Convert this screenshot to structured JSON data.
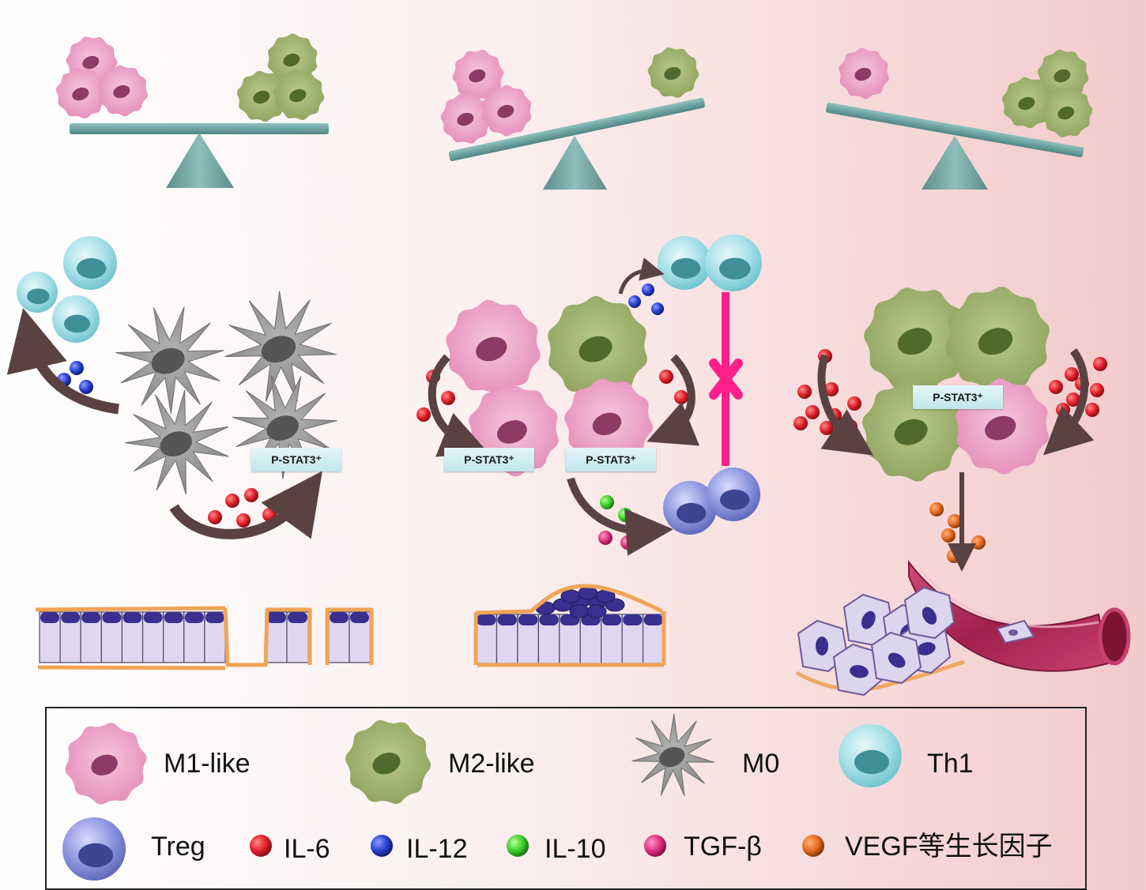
{
  "labels": {
    "stat_a": "P-STAT3⁺",
    "stat_b": "P-STAT3⁺",
    "stat_c": "P-STAT3⁺",
    "stat_d": "P-STAT3⁺"
  },
  "legend": {
    "m1": "M1-like",
    "m2": "M2-like",
    "m0": "M0",
    "th1": "Th1",
    "treg": "Treg",
    "il6": "IL-6",
    "il12": "IL-12",
    "il10": "IL-10",
    "tgfb": "TGF-β",
    "vegf": "VEGF等生长因子"
  },
  "colors": {
    "m1": "#e9a2c6",
    "m2": "#9db16f",
    "m0": "#8e8e8e",
    "th1": "#8fd3de",
    "treg": "#7b86cf",
    "il6": "#e0202a",
    "il12": "#2b3fd1",
    "il10": "#3ccf2a",
    "tgfb": "#e0307e",
    "vegf": "#e56a22",
    "arrow": "#5a4142",
    "block": "#ff1f8a",
    "seesaw": "#6aa3a0"
  }
}
